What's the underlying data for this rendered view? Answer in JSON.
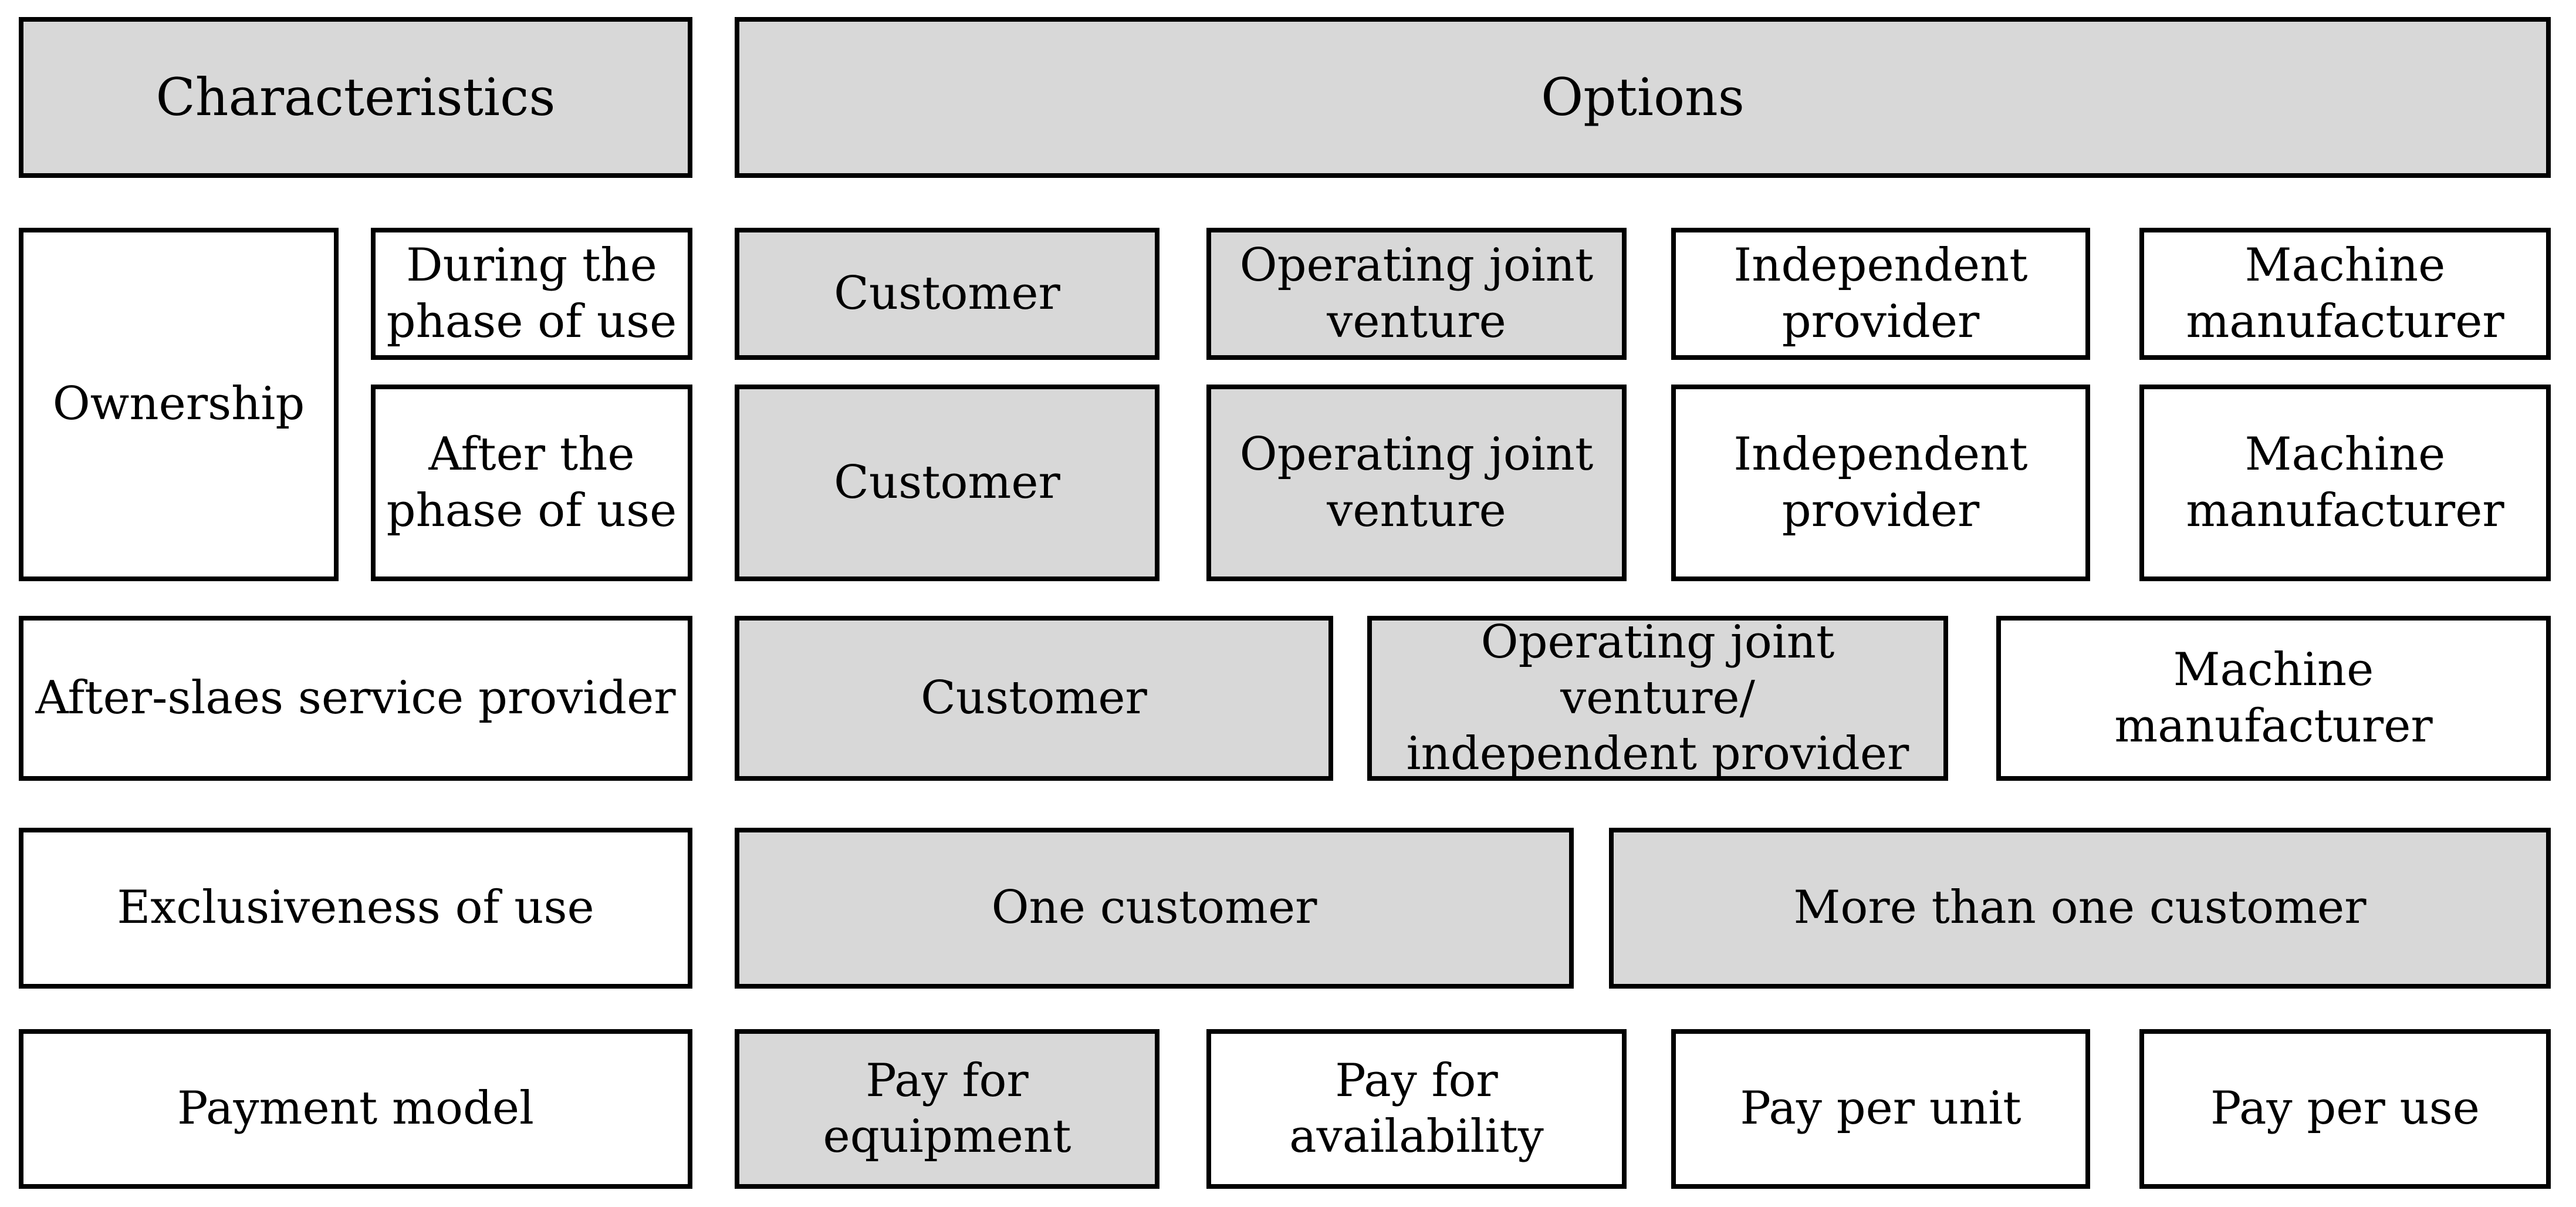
{
  "diagram": {
    "headers": {
      "characteristics": "Characteristics",
      "options": "Options"
    },
    "colors": {
      "shaded_fill": "#d8d8d8",
      "border": "#000000",
      "page_background": "#ffffff"
    },
    "ownership": {
      "label": "Ownership",
      "phases": [
        {
          "label": "During the\nphase of use",
          "options": [
            {
              "label": "Customer",
              "shaded": true
            },
            {
              "label": "Operating joint\nventure",
              "shaded": true
            },
            {
              "label": "Independent\nprovider",
              "shaded": false
            },
            {
              "label": "Machine\nmanufacturer",
              "shaded": false
            }
          ]
        },
        {
          "label": "After the\nphase of use",
          "options": [
            {
              "label": "Customer",
              "shaded": true
            },
            {
              "label": "Operating joint\nventure",
              "shaded": true
            },
            {
              "label": "Independent\nprovider",
              "shaded": false
            },
            {
              "label": "Machine\nmanufacturer",
              "shaded": false
            }
          ]
        }
      ]
    },
    "after_sales": {
      "label": "After-slaes service provider",
      "options": [
        {
          "label": "Customer",
          "shaded": true
        },
        {
          "label": "Operating joint venture/\nindependent provider",
          "shaded": true
        },
        {
          "label": "Machine manufacturer",
          "shaded": false
        }
      ]
    },
    "exclusiveness": {
      "label": "Exclusiveness of use",
      "options": [
        {
          "label": "One customer",
          "shaded": true
        },
        {
          "label": "More than one customer",
          "shaded": true
        }
      ]
    },
    "payment": {
      "label": "Payment model",
      "options": [
        {
          "label": "Pay for\nequipment",
          "shaded": true
        },
        {
          "label": "Pay for\navailability",
          "shaded": false
        },
        {
          "label": "Pay per unit",
          "shaded": false
        },
        {
          "label": "Pay per use",
          "shaded": false
        }
      ]
    }
  }
}
